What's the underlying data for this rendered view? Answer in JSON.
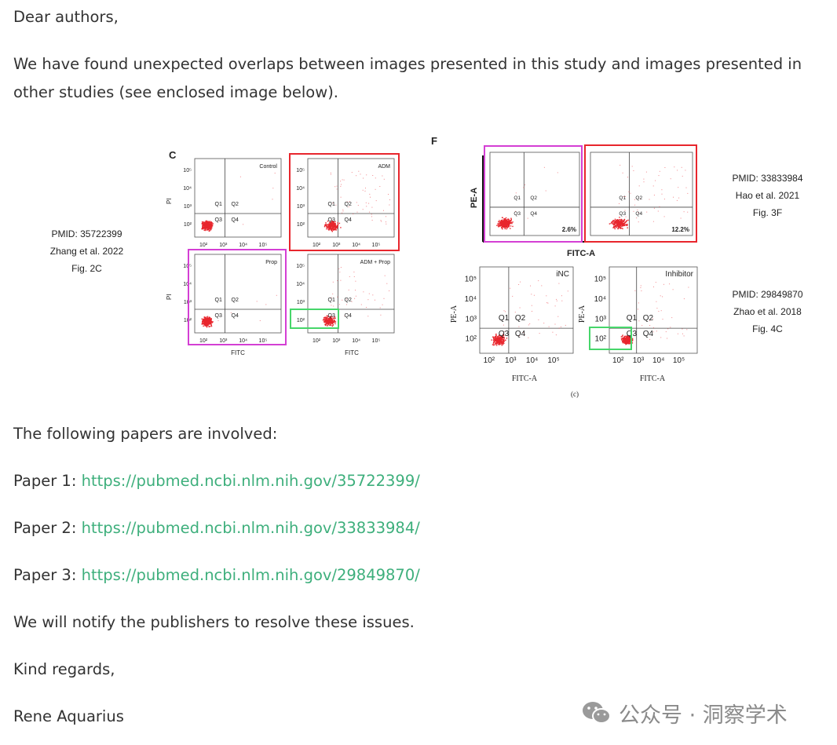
{
  "greeting": "Dear authors,",
  "intro": "We have found unexpected overlaps between images presented in this study and images presented in other studies (see enclosed image below).",
  "figure": {
    "zhang": {
      "pmid": "PMID: 35722399",
      "authors": "Zhang et al. 2022",
      "fig": "Fig. 2C",
      "panel_letter": "C",
      "plots": [
        "Control",
        "ADM",
        "Prop",
        "ADM + Prop"
      ],
      "x_label": "FITC",
      "y_label": "PI"
    },
    "hao": {
      "pmid": "PMID: 33833984",
      "authors": "Hao et al. 2021",
      "fig": "Fig. 3F",
      "panel_letter": "F",
      "x_label": "FITC-A",
      "y_label": "PE-A",
      "pct_left": "2.6%",
      "pct_right": "12.2%"
    },
    "zhao": {
      "pmid": "PMID: 29849870",
      "authors": "Zhao et al. 2018",
      "fig": "Fig. 4C",
      "plots": [
        "iNC",
        "Inhibitor"
      ],
      "x_label": "FITC-A",
      "y_label": "PE-A",
      "caption": "(c)"
    },
    "quadrants": [
      "Q1",
      "Q2",
      "Q3",
      "Q4"
    ],
    "ticks": [
      "10²",
      "10³",
      "10⁴",
      "10⁵"
    ],
    "colors": {
      "red_box": "#e8262d",
      "magenta_box": "#d43fd4",
      "green_box": "#46d66a",
      "dots": "#e8262d"
    }
  },
  "papers_intro": "The following papers are involved:",
  "papers": [
    {
      "label": "Paper 1:",
      "url": "https://pubmed.ncbi.nlm.nih.gov/35722399/"
    },
    {
      "label": "Paper 2:",
      "url": "https://pubmed.ncbi.nlm.nih.gov/33833984/"
    },
    {
      "label": "Paper 3:",
      "url": "https://pubmed.ncbi.nlm.nih.gov/29849870/"
    }
  ],
  "notify": "We will notify the publishers to resolve these issues.",
  "regards": "Kind regards,",
  "signature": "Rene Aquarius",
  "watermark": {
    "text": "公众号 · 洞察学术",
    "icon": "wechat-icon"
  }
}
